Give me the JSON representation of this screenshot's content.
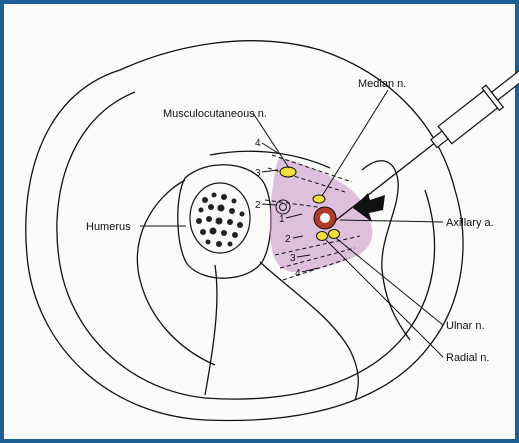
{
  "figure": {
    "border_color": "#1b5f96",
    "labels": {
      "median": "Median n.",
      "musculocutaneous": "Musculocutaneous n.",
      "humerus": "Humerus",
      "axillary": "Axillary a.",
      "ulnar": "Ulnar n.",
      "radial": "Radial n."
    },
    "layer_numbers": {
      "top": [
        "4",
        "3",
        "2",
        "1"
      ],
      "bottom": [
        "2",
        "3",
        "4"
      ]
    },
    "colors": {
      "sheath": "#c690c6",
      "nerve": "#f2e13a",
      "artery": "#b23a2a",
      "injection_arrow": "#111111"
    },
    "icons": [
      "syringe-icon",
      "injection-arrow-icon"
    ]
  }
}
